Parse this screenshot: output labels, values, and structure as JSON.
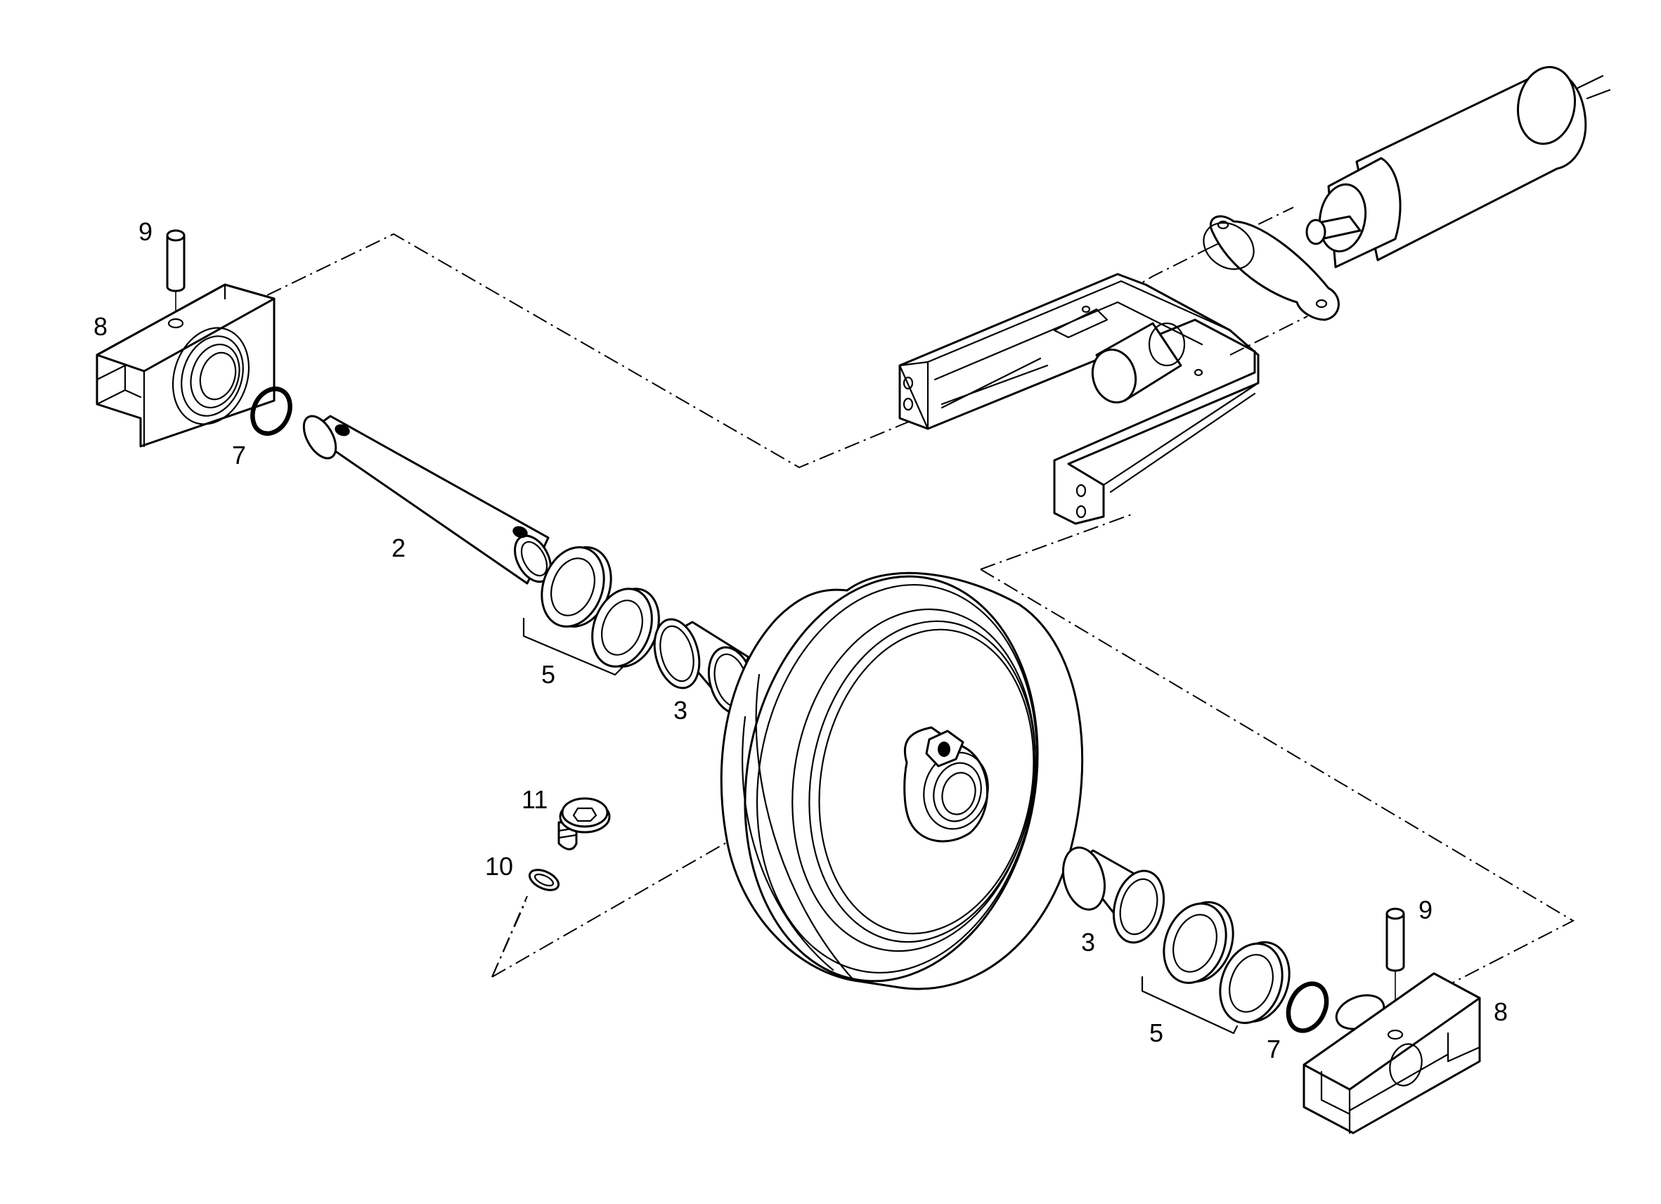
{
  "diagram": {
    "labels": {
      "l2": "2",
      "l3a": "3",
      "l3b": "3",
      "l5a": "5",
      "l5b": "5",
      "l7a": "7",
      "l7b": "7",
      "l8a": "8",
      "l8b": "8",
      "l9a": "9",
      "l9b": "9",
      "l10": "10",
      "l11": "11"
    }
  }
}
